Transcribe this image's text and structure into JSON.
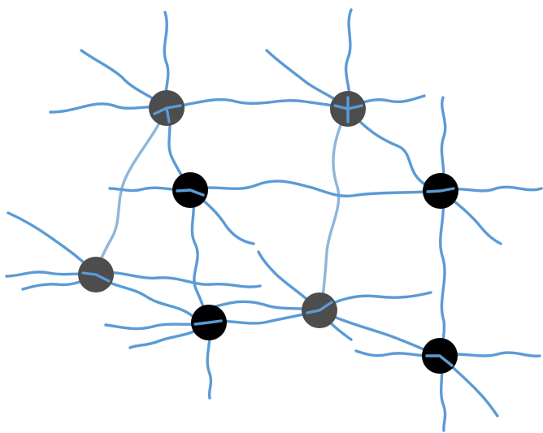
{
  "diagram": {
    "kind": "polymer-network",
    "colors": {
      "background": "#ffffff",
      "strand": "#5b9bd5",
      "strand_light": "#8fb6dc",
      "crosslink_dark": "#000000",
      "crosslink_gray": "#4d4d4d"
    },
    "crosslink_count": 8,
    "crosslink_types": [
      "black-crosslink",
      "gray-crosslink"
    ]
  }
}
